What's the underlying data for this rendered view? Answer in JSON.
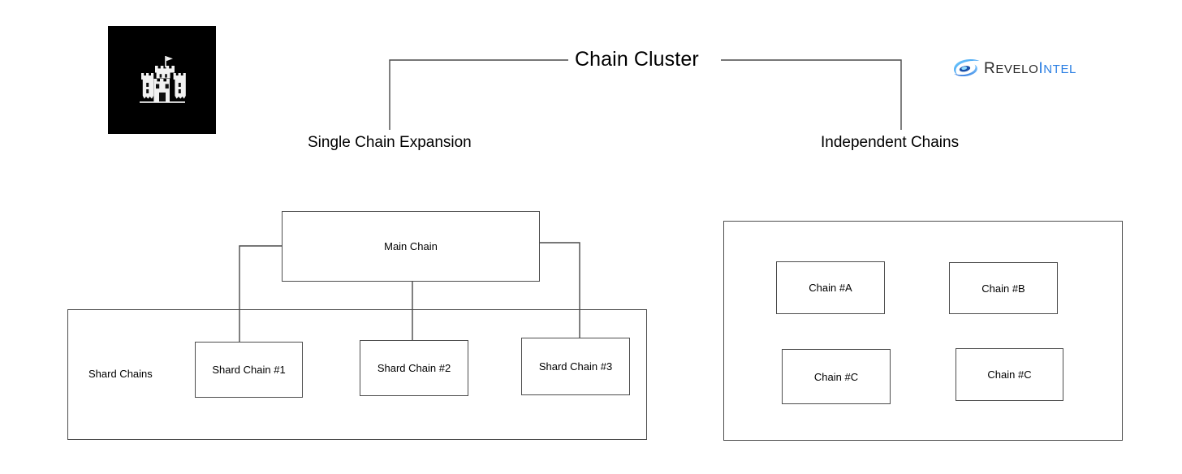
{
  "brand": {
    "castle_logo_name": "castle-logo",
    "revelo": {
      "word_primary": "Revelo",
      "word_secondary": "Intel",
      "primary_color": "#2b2b2b",
      "secondary_color": "#2b7fe3"
    }
  },
  "diagram": {
    "title": "Chain Cluster",
    "branches": [
      {
        "label": "Single Chain Expansion"
      },
      {
        "label": "Independent Chains"
      }
    ],
    "single_chain_expansion": {
      "main_chain": {
        "label": "Main Chain"
      },
      "shard_group": {
        "label": "Shard Chains",
        "shards": [
          {
            "label": "Shard Chain #1"
          },
          {
            "label": "Shard Chain #2"
          },
          {
            "label": "Shard Chain #3"
          }
        ]
      }
    },
    "independent_chains": {
      "chains": [
        {
          "label": "Chain #A"
        },
        {
          "label": "Chain #B"
        },
        {
          "label": "Chain #C"
        },
        {
          "label": "Chain #C"
        }
      ]
    }
  },
  "style": {
    "background": "#ffffff",
    "line_color": "#4a4a4a",
    "box_border": "#4d4d4d",
    "text_color": "#000000"
  }
}
